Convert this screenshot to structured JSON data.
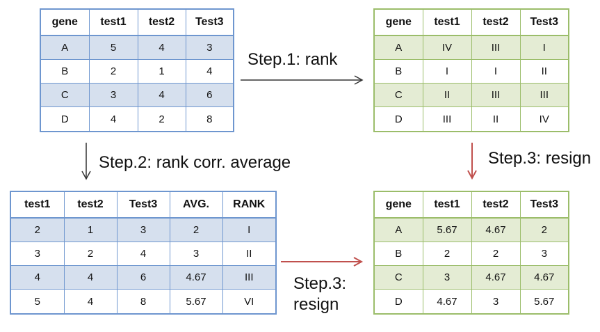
{
  "original_table": {
    "headers": [
      "gene",
      "test1",
      "test2",
      "Test3"
    ],
    "rows": [
      [
        "A",
        "5",
        "4",
        "3"
      ],
      [
        "B",
        "2",
        "1",
        "4"
      ],
      [
        "C",
        "3",
        "4",
        "6"
      ],
      [
        "D",
        "4",
        "2",
        "8"
      ]
    ]
  },
  "rank_table": {
    "headers": [
      "gene",
      "test1",
      "test2",
      "Test3"
    ],
    "rows": [
      [
        "A",
        "IV",
        "III",
        "I"
      ],
      [
        "B",
        "I",
        "I",
        "II"
      ],
      [
        "C",
        "II",
        "III",
        "III"
      ],
      [
        "D",
        "III",
        "II",
        "IV"
      ]
    ]
  },
  "average_table": {
    "headers": [
      "test1",
      "test2",
      "Test3",
      "AVG.",
      "RANK"
    ],
    "rows": [
      [
        "2",
        "1",
        "3",
        "2",
        "I"
      ],
      [
        "3",
        "2",
        "4",
        "3",
        "II"
      ],
      [
        "4",
        "4",
        "6",
        "4.67",
        "III"
      ],
      [
        "5",
        "4",
        "8",
        "5.67",
        "VI"
      ]
    ]
  },
  "result_table": {
    "headers": [
      "gene",
      "test1",
      "test2",
      "Test3"
    ],
    "rows": [
      [
        "A",
        "5.67",
        "4.67",
        "2"
      ],
      [
        "B",
        "2",
        "2",
        "3"
      ],
      [
        "C",
        "3",
        "4.67",
        "4.67"
      ],
      [
        "D",
        "4.67",
        "3",
        "5.67"
      ]
    ]
  },
  "steps": {
    "step1": "Step.1: rank",
    "step2": "Step.2: rank corr. average",
    "step3_right": "Step.3: resign",
    "step3_bottom_line1": "Step.3:",
    "step3_bottom_line2": "resign"
  },
  "colors": {
    "blue_border": "#6e96cf",
    "blue_shade": "#d6e0ee",
    "green_border": "#9bbd6a",
    "green_shade": "#e4ecd4",
    "red_arrow": "#c0504d",
    "black_arrow": "#333333"
  }
}
